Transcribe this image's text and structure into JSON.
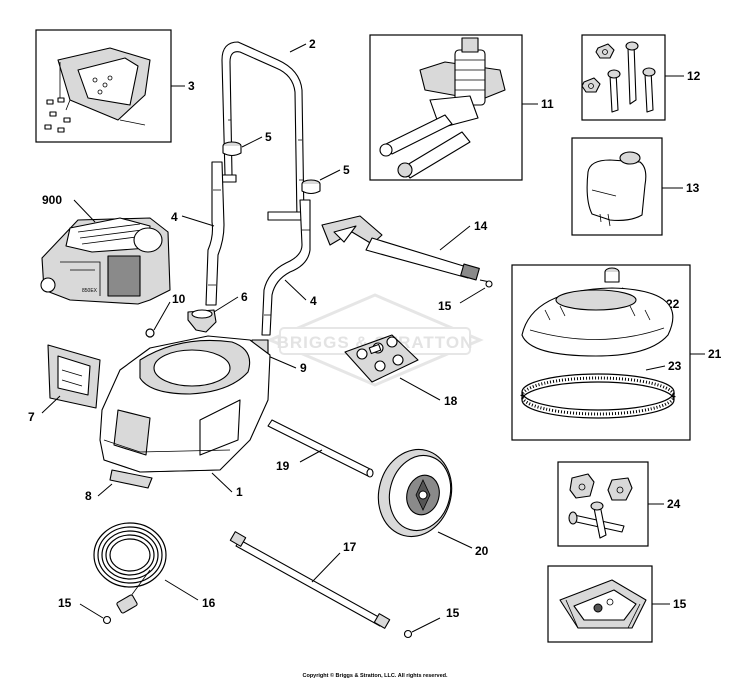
{
  "watermark": {
    "text": "BRIGGS & STRATTON"
  },
  "callouts": {
    "c2": "2",
    "c3": "3",
    "c4a": "4",
    "c4b": "4",
    "c5a": "5",
    "c5b": "5",
    "c6": "6",
    "c7": "7",
    "c8": "8",
    "c9": "9",
    "c10": "10",
    "c11": "11",
    "c12": "12",
    "c13": "13",
    "c14": "14",
    "c15a": "15",
    "c15b": "15",
    "c15c": "15",
    "c15d": "15",
    "c16": "16",
    "c17": "17",
    "c18": "18",
    "c19": "19",
    "c20": "20",
    "c21": "21",
    "c22": "22",
    "c23": "23",
    "c24": "24",
    "c900": "900",
    "c1": "1"
  },
  "copyright": "Copyright © Briggs & Stratton, LLC. All rights reserved."
}
